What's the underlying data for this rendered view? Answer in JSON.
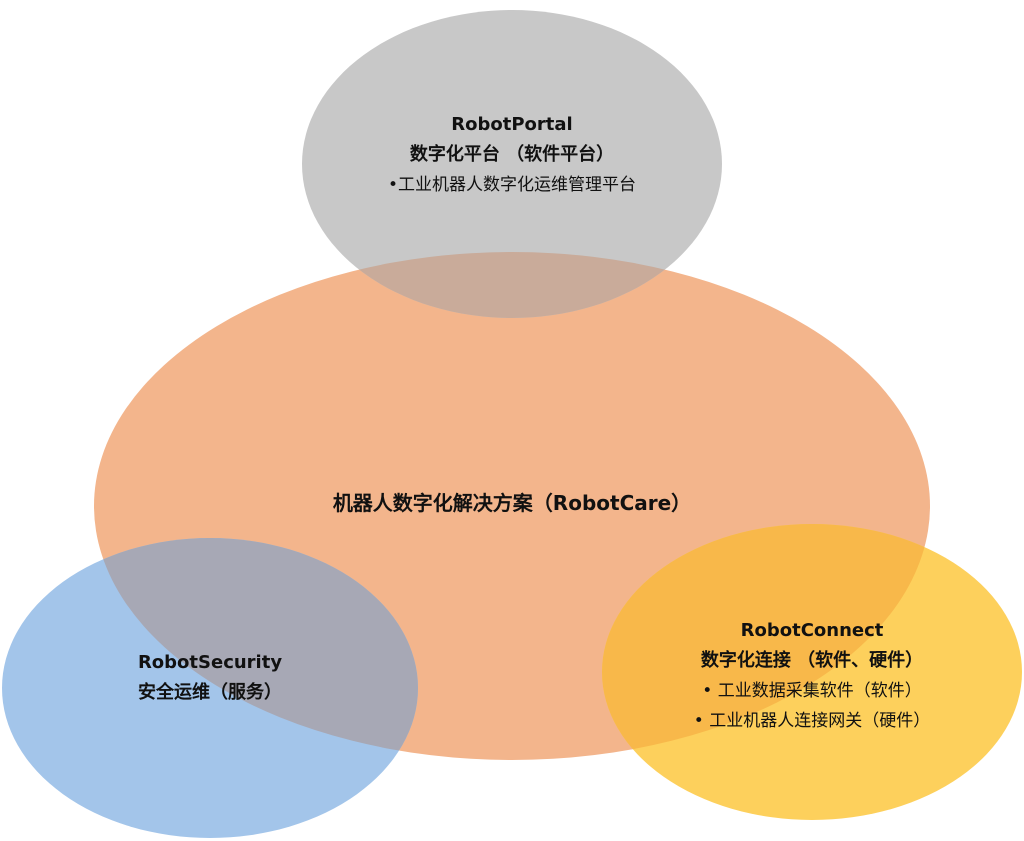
{
  "colors": {
    "portal": "#c8c8c8",
    "care": "#f3b58c",
    "security": "#a3c5ea",
    "connect": "#fdd05c",
    "portal_care_overlap": "#c9ab9a",
    "security_care_overlap": "#a7a8b5",
    "connect_care_overlap": "#f8b84a"
  },
  "portal": {
    "title": "RobotPortal",
    "subtitle": "数字化平台 （软件平台）",
    "items": [
      "•工业机器人数字化运维管理平台"
    ]
  },
  "care": {
    "title": "机器人数字化解决方案（RobotCare）"
  },
  "security": {
    "title": "RobotSecurity",
    "subtitle": "安全运维（服务）"
  },
  "connect": {
    "title": "RobotConnect",
    "subtitle": "数字化连接 （软件、硬件）",
    "items": [
      "• 工业数据采集软件（软件）",
      "• 工业机器人连接网关（硬件）"
    ]
  }
}
